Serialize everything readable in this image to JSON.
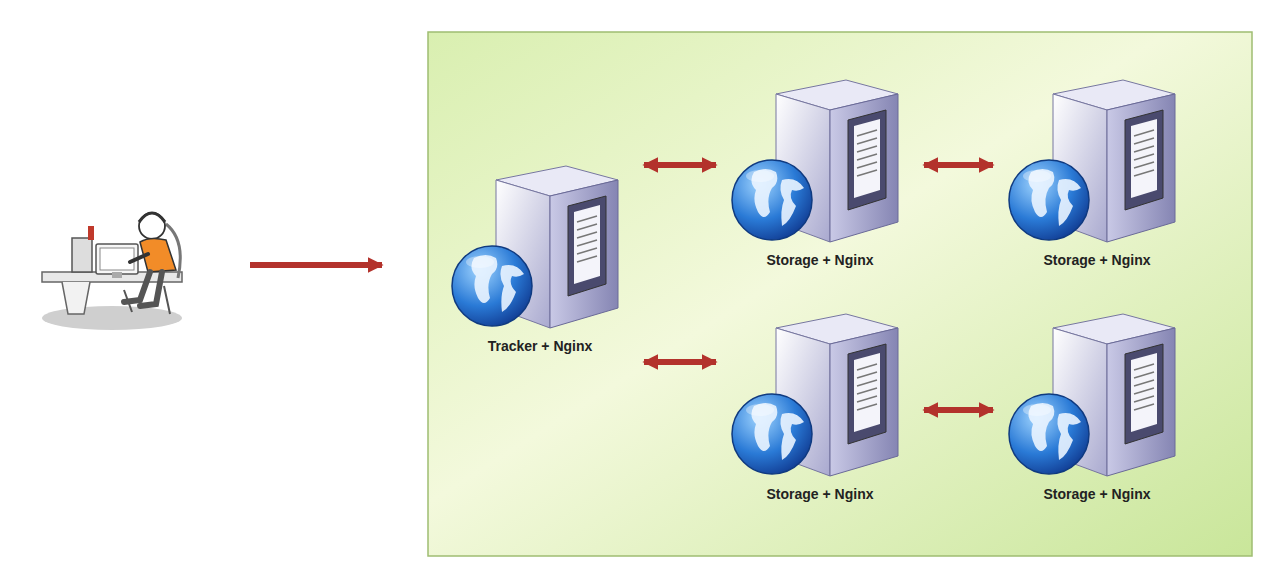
{
  "diagram": {
    "nodes": [
      {
        "text": [
          "Tracker + Nginx"
        ]
      },
      {
        "text": [
          "Storage + Nginx"
        ]
      },
      {
        "text": [
          "Storage + Nginx"
        ]
      },
      {
        "text": [
          "Storage + Nginx"
        ]
      },
      {
        "text": [
          "Storage + Nginx"
        ]
      }
    ],
    "edges": [
      {
        "from": 0,
        "to": 1,
        "arrow": "both"
      },
      {
        "from": 1,
        "to": 2,
        "arrow": "both"
      },
      {
        "from": 0,
        "to": 3,
        "arrow": "both"
      },
      {
        "from": 3,
        "to": 4,
        "arrow": "both"
      }
    ]
  }
}
